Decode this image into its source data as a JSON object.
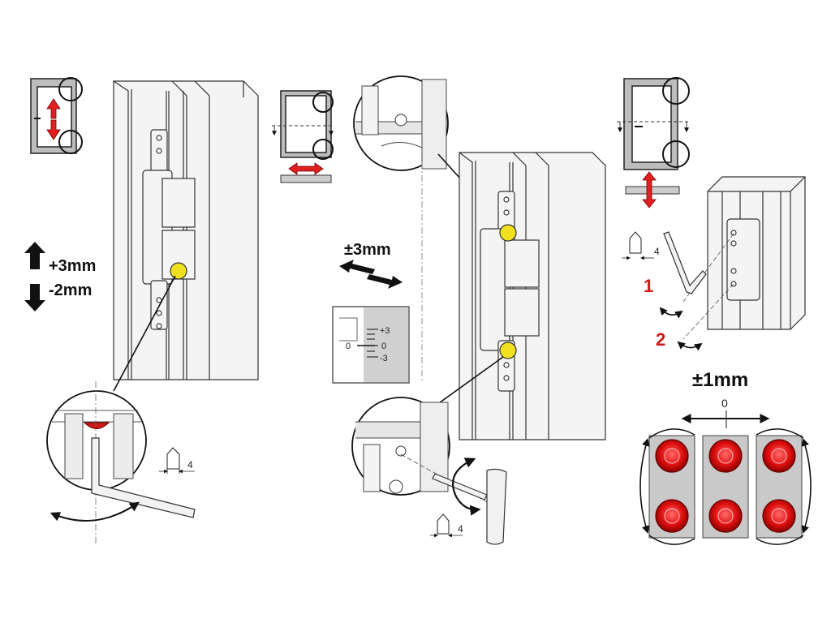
{
  "labels": {
    "plus_3mm": "+3mm",
    "minus_2mm": "-2mm",
    "pm_3mm": "±3mm",
    "pm_1mm": "±1mm",
    "step_1": "1",
    "step_2": "2",
    "zero_center": "0",
    "hex_size": "4",
    "scale_plus": "+3",
    "scale_zero": "0",
    "scale_minus": "-3",
    "scale_zero_left": "0"
  },
  "colors": {
    "accent_red": "#d01818",
    "accent_yellow": "#f0e020",
    "line": "#222222",
    "metal_fill": "#f3f3f3",
    "gray_fill": "#c9c9c9"
  },
  "icons": {
    "arrow_up": "arrow-up-icon",
    "arrow_down": "arrow-down-icon",
    "allen_key": "allen-key-icon",
    "t_wrench": "t-wrench-icon",
    "rotate": "rotate-arrow-icon"
  }
}
